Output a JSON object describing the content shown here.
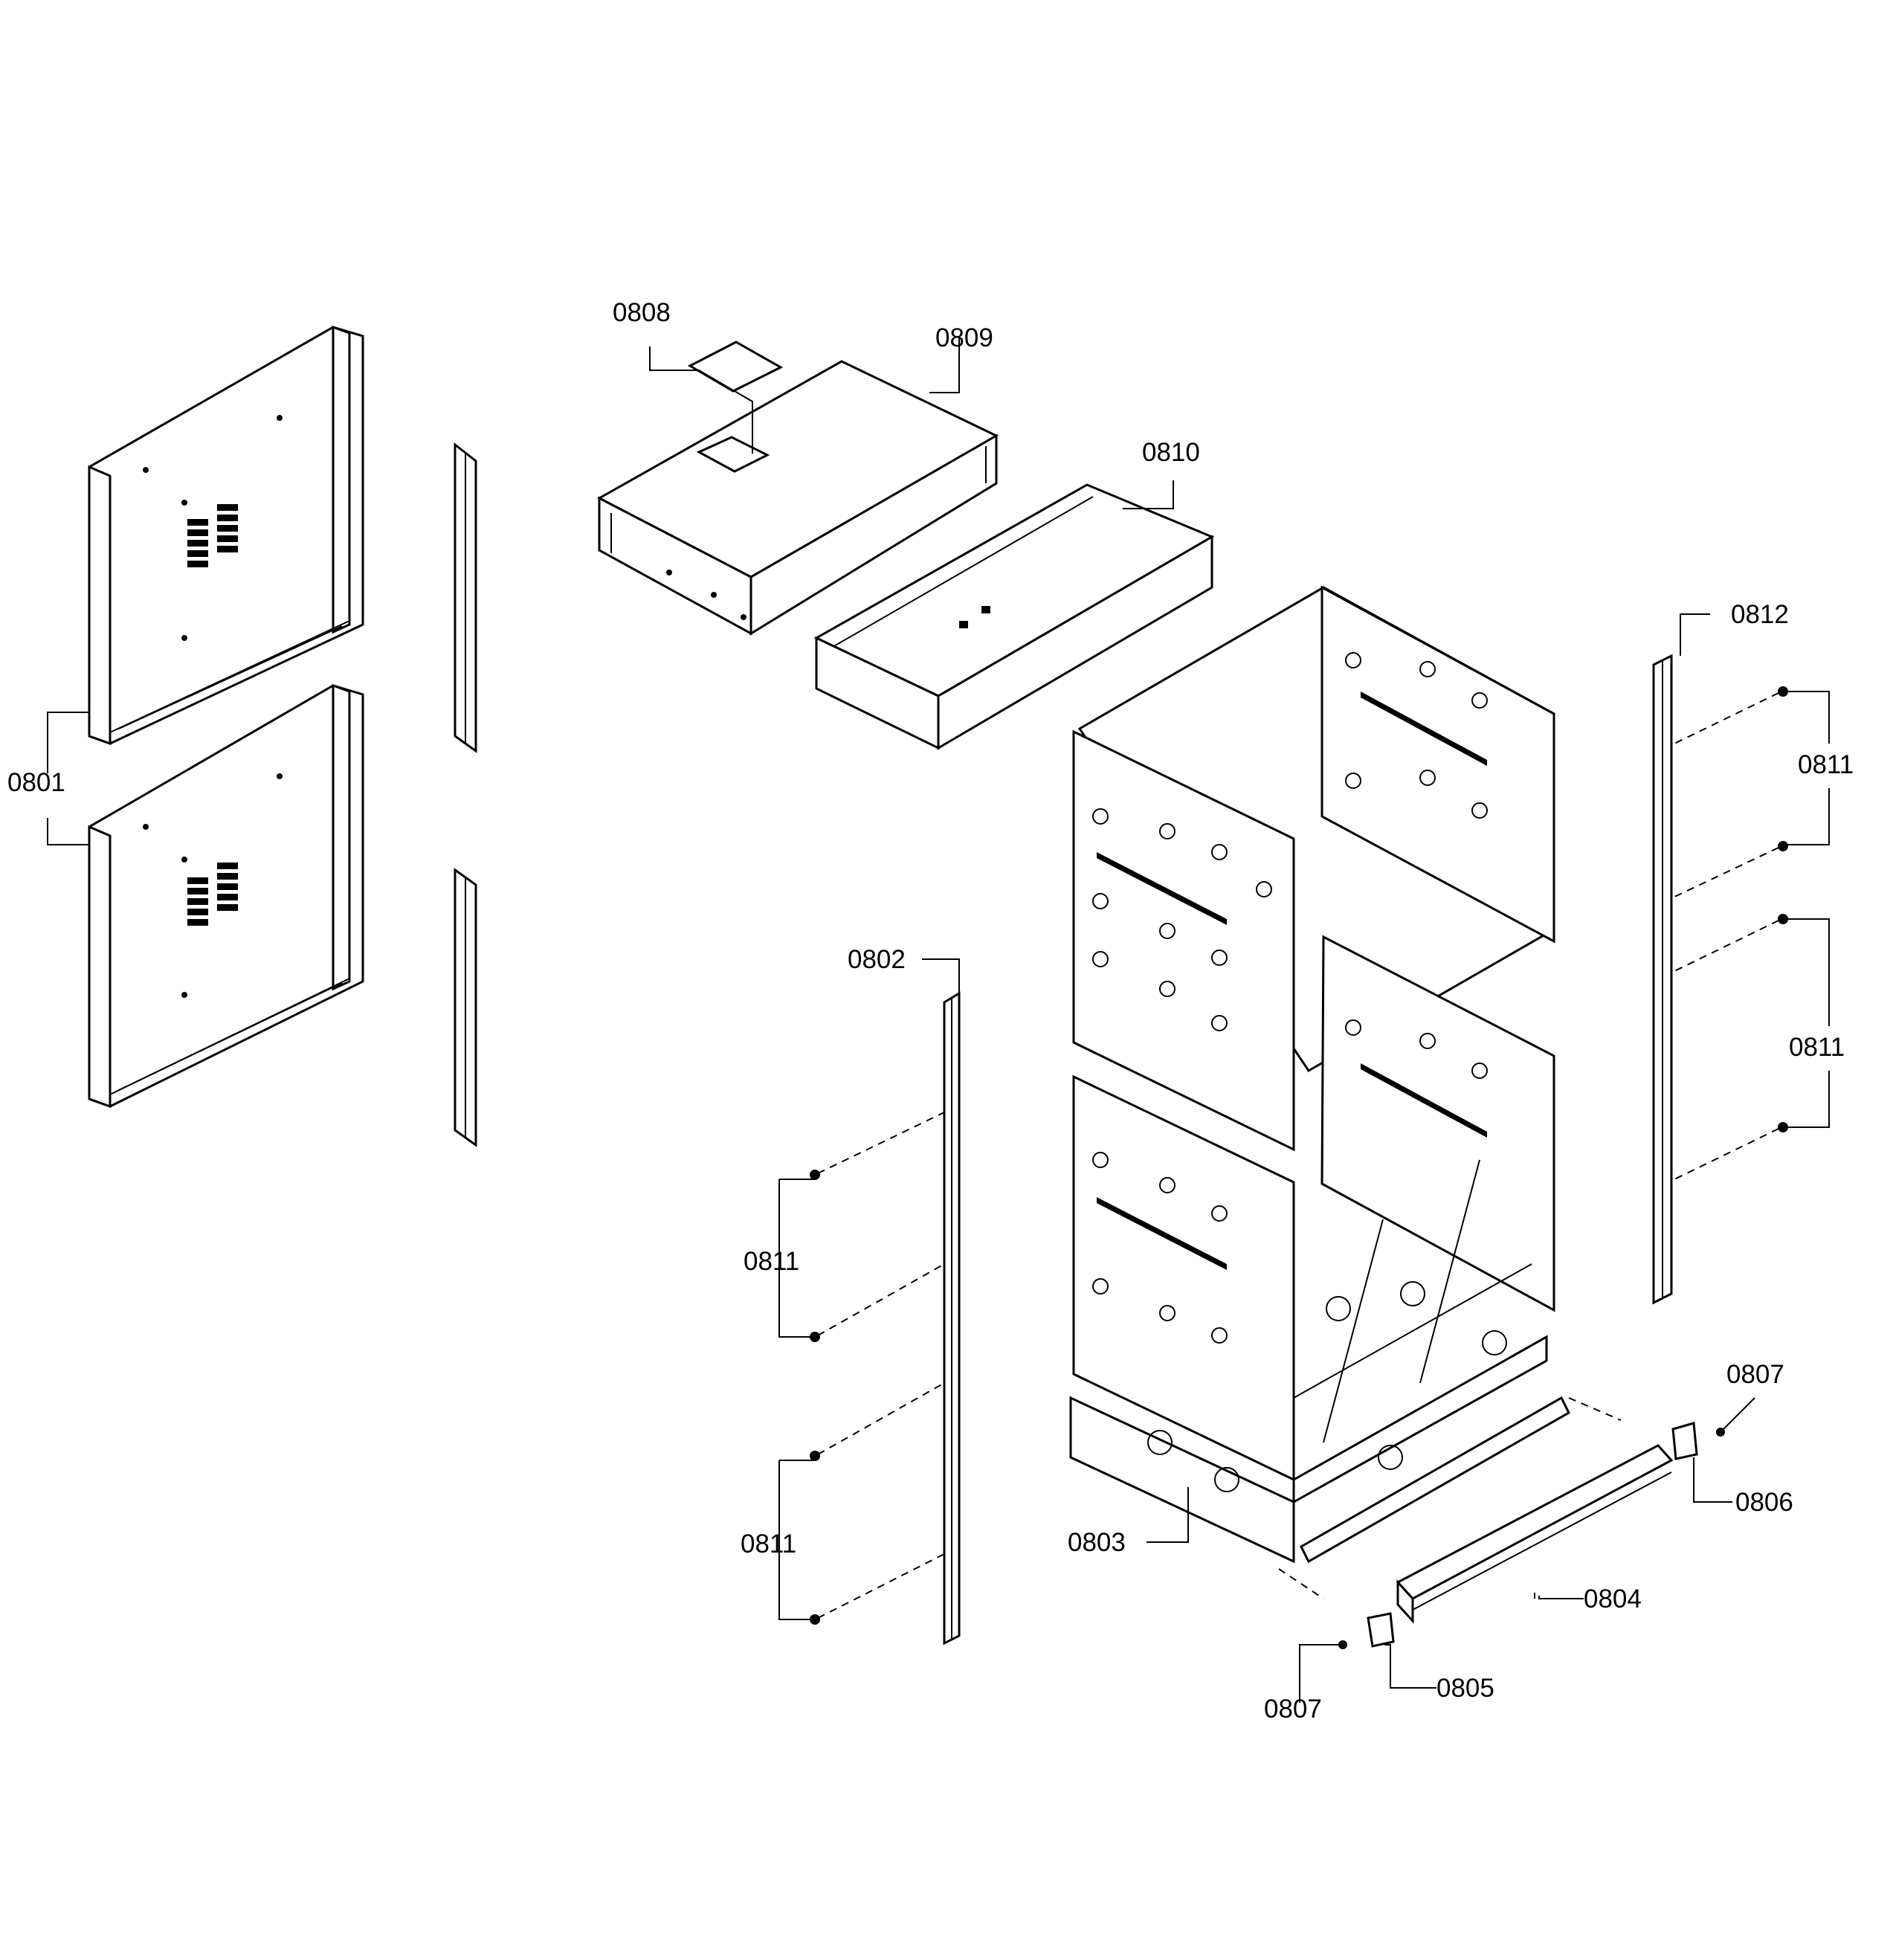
{
  "labels": {
    "p0801": "0801",
    "p0802": "0802",
    "p0803": "0803",
    "p0804": "0804",
    "p0805": "0805",
    "p0806": "0806",
    "p0807_top": "0807",
    "p0807_bottom": "0807",
    "p0808": "0808",
    "p0809": "0809",
    "p0810": "0810",
    "p0811_left_upper": "0811",
    "p0811_left_lower": "0811",
    "p0811_right_upper": "0811",
    "p0811_right_lower": "0811",
    "p0812": "0812"
  }
}
